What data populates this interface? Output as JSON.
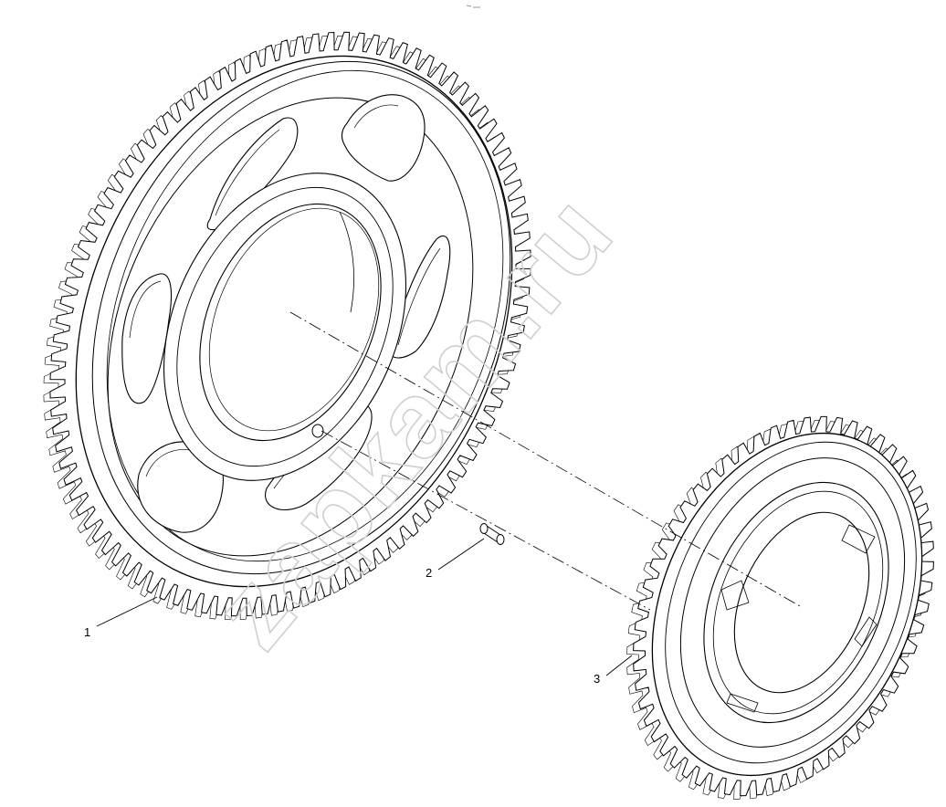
{
  "diagram": {
    "watermark": "zapkam.ru",
    "callouts": [
      {
        "label": "1",
        "part": "large-gear"
      },
      {
        "label": "2",
        "part": "pin"
      },
      {
        "label": "3",
        "part": "small-gear"
      }
    ],
    "colors": {
      "line": "#000000",
      "watermark": "#cfcfcf",
      "background": "#ffffff"
    }
  }
}
